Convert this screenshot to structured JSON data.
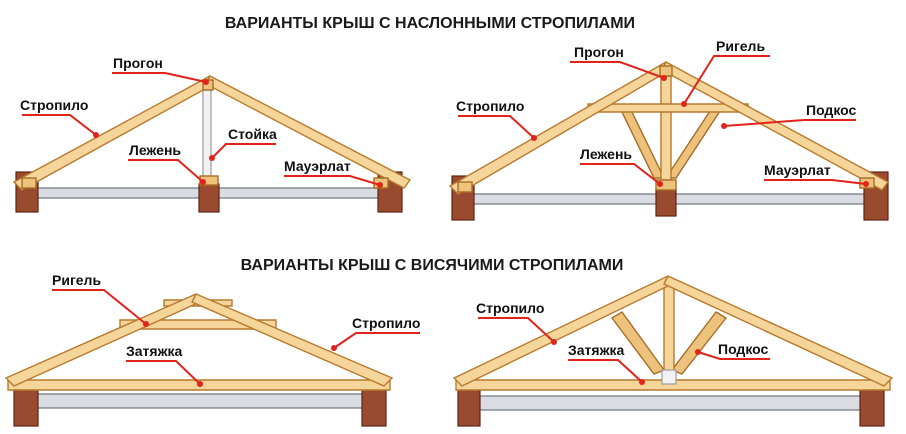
{
  "headings": {
    "layered": "ВАРИАНТЫ КРЫШ С НАСЛОННЫМИ СТРОПИЛАМИ",
    "hanging": "ВАРИАНТЫ КРЫШ С ВИСЯЧИМИ СТРОПИЛАМИ"
  },
  "diagram1": {
    "progon": "Прогон",
    "stropilo": "Стропило",
    "stoyka": "Стойка",
    "lezhen": "Лежень",
    "mauerlat": "Мауэрлат"
  },
  "diagram2": {
    "progon": "Прогон",
    "rigel": "Ригель",
    "stropilo": "Стропило",
    "podkos": "Подкос",
    "lezhen": "Лежень",
    "mauerlat": "Мауэрлат"
  },
  "diagram3": {
    "rigel": "Ригель",
    "stropilo": "Стропило",
    "zatyazhka": "Затяжка"
  },
  "diagram4": {
    "stropilo": "Стропило",
    "zatyazhka": "Затяжка",
    "podkos": "Подкос"
  },
  "colors": {
    "timber": "#f6d59a",
    "brick": "#9a4a2e",
    "leader": "#e2231a"
  }
}
